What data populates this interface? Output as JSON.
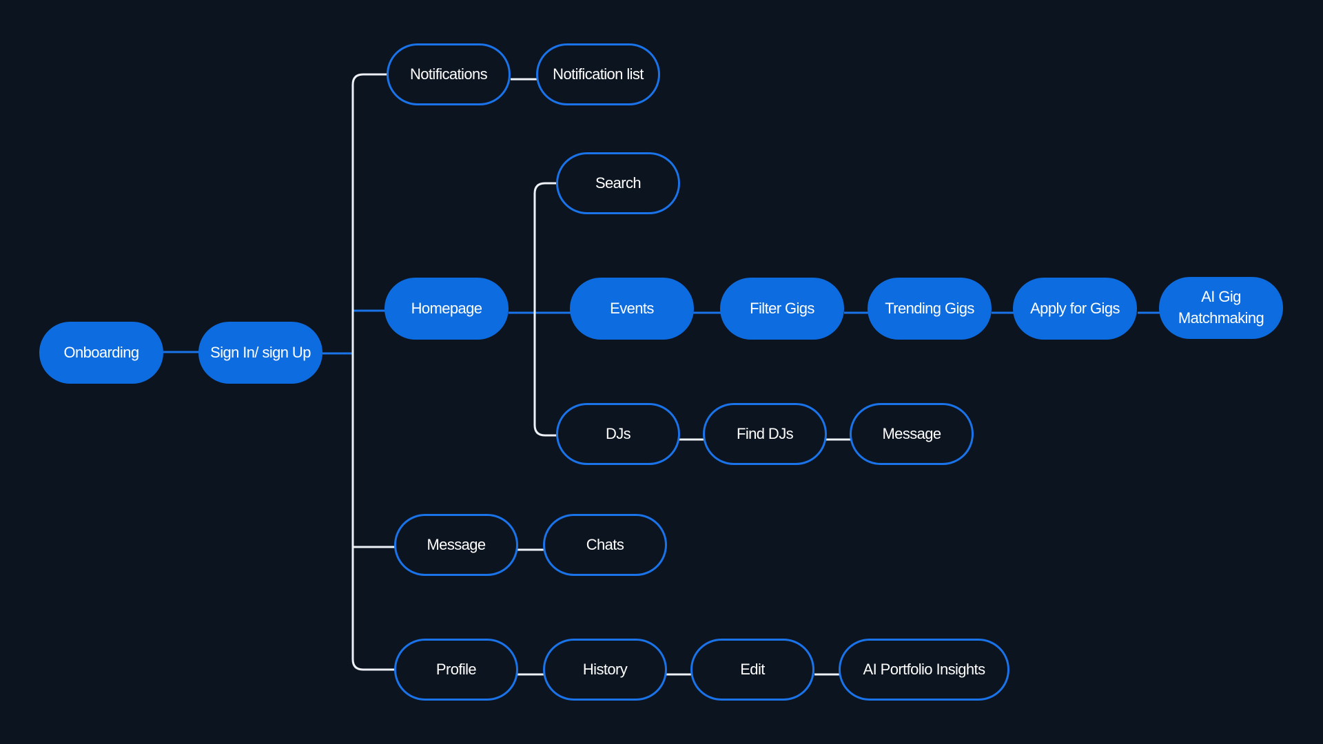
{
  "colors": {
    "background": "#0c1420",
    "node_fill": "#0d6cdf",
    "node_outline": "#1a73e8",
    "connector_blue": "#1a73e8",
    "connector_white": "#eef2f7",
    "text": "#ffffff"
  },
  "nodes": {
    "onboarding": "Onboarding",
    "sign_in": "Sign In/ sign Up",
    "notifications": "Notifications",
    "notification_list": "Notification list",
    "search": "Search",
    "homepage": "Homepage",
    "events": "Events",
    "filter_gigs": "Filter Gigs",
    "trending_gigs": "Trending Gigs",
    "apply_for_gigs": "Apply for Gigs",
    "ai_gig_matchmaking": "AI Gig Matchmaking",
    "djs": "DJs",
    "find_djs": "Find DJs",
    "dj_message": "Message",
    "message": "Message",
    "chats": "Chats",
    "profile": "Profile",
    "history": "History",
    "edit": "Edit",
    "ai_portfolio_insights": "AI Portfolio Insights"
  }
}
